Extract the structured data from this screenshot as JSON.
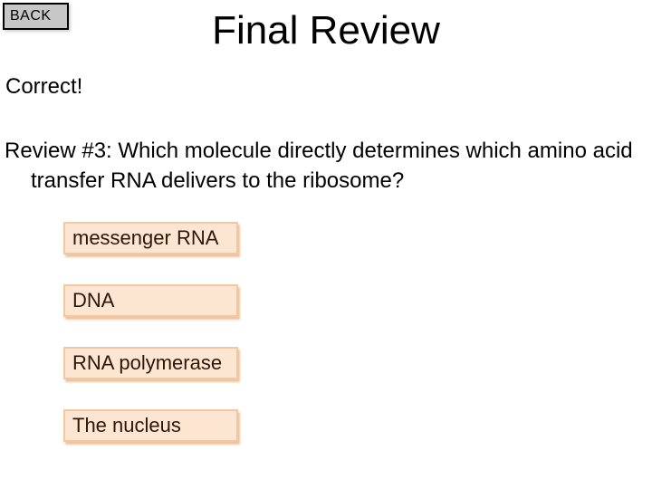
{
  "page": {
    "title": "Final Review"
  },
  "back_button": {
    "label": "BACK"
  },
  "status": {
    "text": "Correct!"
  },
  "question": {
    "line1": "Review #3: Which molecule directly determines which amino acid",
    "line2": "transfer RNA delivers to the ribosome?"
  },
  "answers": [
    {
      "label": "messenger RNA"
    },
    {
      "label": "DNA"
    },
    {
      "label": "RNA polymerase"
    },
    {
      "label": "The nucleus"
    }
  ],
  "colors": {
    "background": "#ffffff",
    "text": "#000000",
    "back_button_fill": "#c7c7c7",
    "back_button_border": "#000000",
    "answer_fill": "#fce5d1",
    "answer_border": "#f2c8a2",
    "answer_shadow": "#eec49d",
    "answer_text": "#2e1708"
  }
}
